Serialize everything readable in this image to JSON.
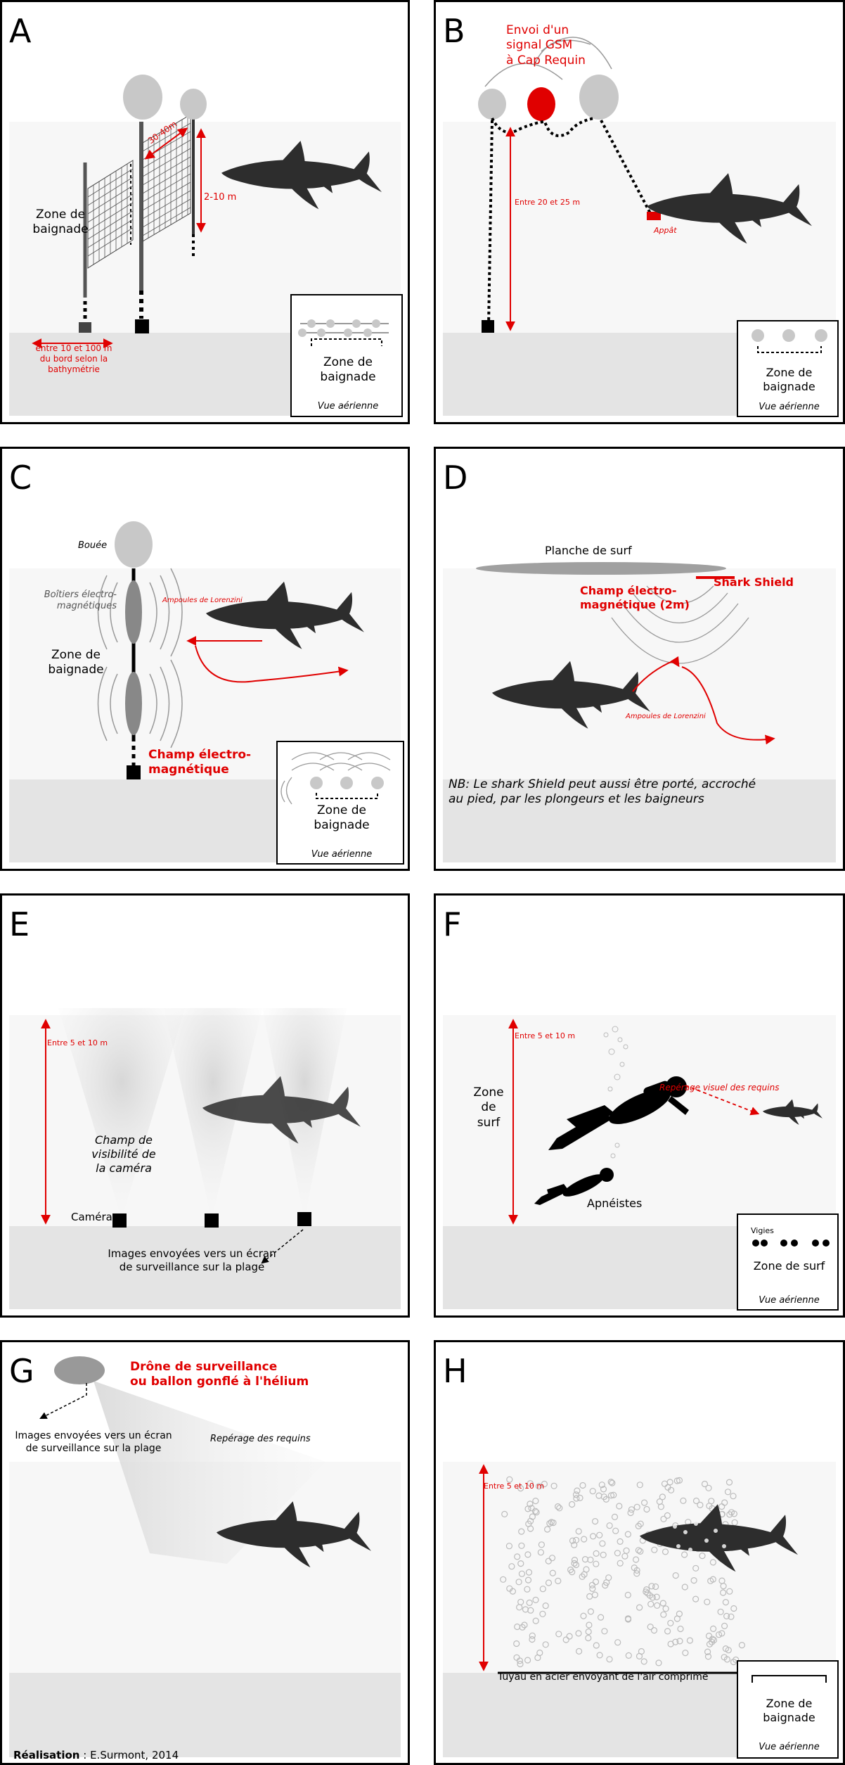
{
  "panels": {
    "a": {
      "letter": "A",
      "zone": "Zone de\nbaignade",
      "dist": "30-40m",
      "depth": "2-10 m",
      "edge": "entre 10 et 100 m\ndu bord selon la\nbathymétrie",
      "inset_zone": "Zone de\nbaignade",
      "inset_view": "Vue aérienne"
    },
    "b": {
      "letter": "B",
      "signal": "Envoi d'un\nsignal GSM\nà Cap Requin",
      "depth": "Entre 20 et 25 m",
      "bait": "Appât",
      "inset_zone": "Zone de\nbaignade",
      "inset_view": "Vue aérienne"
    },
    "c": {
      "letter": "C",
      "buoy": "Bouée",
      "boxes": "Boîtiers électro-\nmagnétiques",
      "lorenzini": "Ampoules de Lorenzini",
      "zone": "Zone de\nbaignade",
      "field": "Champ électro-\nmagnétique",
      "inset_zone": "Zone de\nbaignade",
      "inset_view": "Vue aérienne"
    },
    "d": {
      "letter": "D",
      "board": "Planche de surf",
      "shield": "Shark Shield",
      "field": "Champ électro-\nmagnétique (2m)",
      "lorenzini": "Ampoules de Lorenzini",
      "note": "NB: Le shark Shield peut aussi être porté, accroché\nau pied,  par les plongeurs et les baigneurs"
    },
    "e": {
      "letter": "E",
      "depth": "Entre 5 et 10 m",
      "visibility": "Champ de\nvisibilité de\nla caméra",
      "camera": "Caméra",
      "images": "Images envoyées vers un écran\nde surveillance sur la plage"
    },
    "f": {
      "letter": "F",
      "depth": "Entre 5 et 10 m",
      "zone": "Zone\nde\nsurf",
      "spotting": "Repérage visuel des requins",
      "divers": "Apnéistes",
      "inset_lookouts": "Vigies",
      "inset_zone": "Zone de surf",
      "inset_view": "Vue aérienne"
    },
    "g": {
      "letter": "G",
      "drone": "Drône de surveillance\nou ballon gonflé à l'hélium",
      "images": "Images envoyées vers un écran\nde surveillance sur la plage",
      "spotting": "Repérage des requins",
      "credit_label": "Réalisation",
      "credit_value": " : E.Surmont, 2014"
    },
    "h": {
      "letter": "H",
      "depth": "Entre 5 et 10 m",
      "pipe": "Tuyau en acier envoyant de l'air comprimé",
      "inset_zone": "Zone de\nbaignade",
      "inset_view": "Vue aérienne"
    }
  },
  "colors": {
    "accent_red": "#e00000",
    "shark": "#2d2d2d",
    "buoy": "#c8c8c8",
    "water": "#f7f7f7",
    "sand": "#e4e4e4"
  },
  "icons": [
    "shark-icon",
    "buoy-icon",
    "net-icon",
    "camera-icon",
    "diver-icon",
    "drone-icon",
    "surfboard-icon"
  ]
}
